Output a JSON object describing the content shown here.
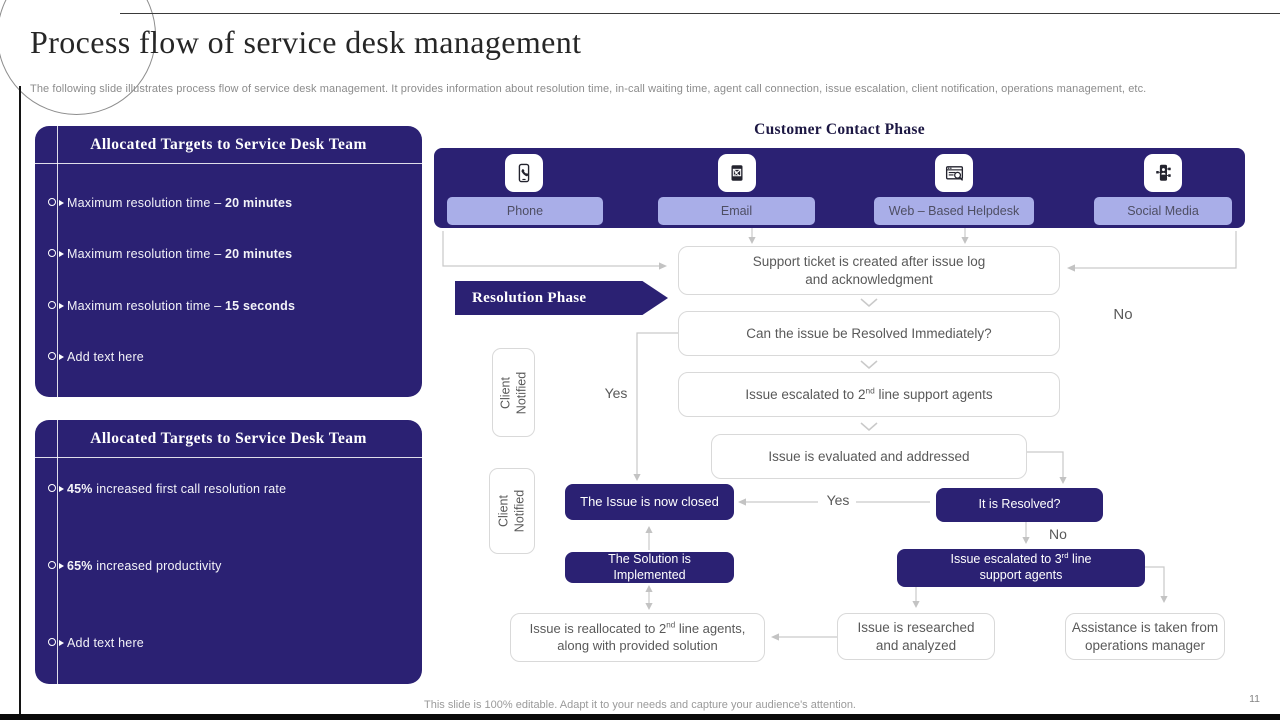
{
  "slide": {
    "title": "Process flow of service desk management",
    "subtitle": "The following slide illustrates process flow of service desk management. It provides information about resolution time, in-call waiting time, agent call connection, issue escalation, client notification, operations management, etc.",
    "footer_note": "This slide is 100% editable. Adapt it to your needs and capture your audience's attention.",
    "page_number": "11"
  },
  "colors": {
    "accent": "#2b2173",
    "pill": "#a9aee8",
    "connector": "#c9c9c9"
  },
  "left_panels": [
    {
      "title": "Allocated Targets to Service Desk Team",
      "items": [
        {
          "pre": "Maximum resolution time – ",
          "bold": "20 minutes",
          "post": ""
        },
        {
          "pre": "Maximum resolution time – ",
          "bold": "20 minutes",
          "post": ""
        },
        {
          "pre": "Maximum resolution time – ",
          "bold": "15 seconds",
          "post": ""
        },
        {
          "pre": "Add text here",
          "bold": "",
          "post": ""
        }
      ]
    },
    {
      "title": "Allocated Targets to Service Desk Team",
      "items": [
        {
          "pre": "",
          "bold": "45%",
          "post": " increased first call resolution rate"
        },
        {
          "pre": "",
          "bold": "65%",
          "post": " increased productivity"
        },
        {
          "pre": "Add text here",
          "bold": "",
          "post": ""
        }
      ]
    }
  ],
  "contact_phase": {
    "title": "Customer Contact Phase",
    "channels": [
      {
        "label": "Phone",
        "icon": "phone-icon"
      },
      {
        "label": "Email",
        "icon": "email-icon"
      },
      {
        "label": "Web – Based Helpdesk",
        "icon": "web-helpdesk-icon"
      },
      {
        "label": "Social Media",
        "icon": "social-media-icon"
      }
    ]
  },
  "resolution_phase": {
    "label": "Resolution Phase"
  },
  "flow": {
    "client_notified": {
      "line1": "Client",
      "line2": "Notified"
    },
    "labels": {
      "yes_left": "Yes",
      "no_right": "No",
      "yes_mid": "Yes",
      "no_mid": "No"
    },
    "boxes": {
      "support_ticket": {
        "line1": "Support ticket is created after issue log",
        "line2": "and acknowledgment"
      },
      "can_resolve": {
        "text": "Can the issue be Resolved Immediately?"
      },
      "escalate_2nd": {
        "pre": "Issue escalated to 2",
        "sup": "nd",
        "post": " line support agents"
      },
      "evaluated": {
        "text": "Issue is evaluated and addressed"
      },
      "closed": {
        "text": "The Issue is now closed"
      },
      "resolved": {
        "text": "It is Resolved?"
      },
      "solution": {
        "line1": "The Solution is",
        "line2": "Implemented"
      },
      "escalate_3rd": {
        "pre": "Issue escalated to 3",
        "sup": "rd",
        "post": " line",
        "line2": "support agents"
      },
      "reallocated": {
        "pre": "Issue is reallocated to 2",
        "sup": "nd",
        "post": " line agents,",
        "line2": "along with provided solution"
      },
      "researched": {
        "line1": "Issue is researched",
        "line2": "and analyzed"
      },
      "assistance": {
        "line1": "Assistance is taken from",
        "line2": "operations manager"
      }
    }
  }
}
